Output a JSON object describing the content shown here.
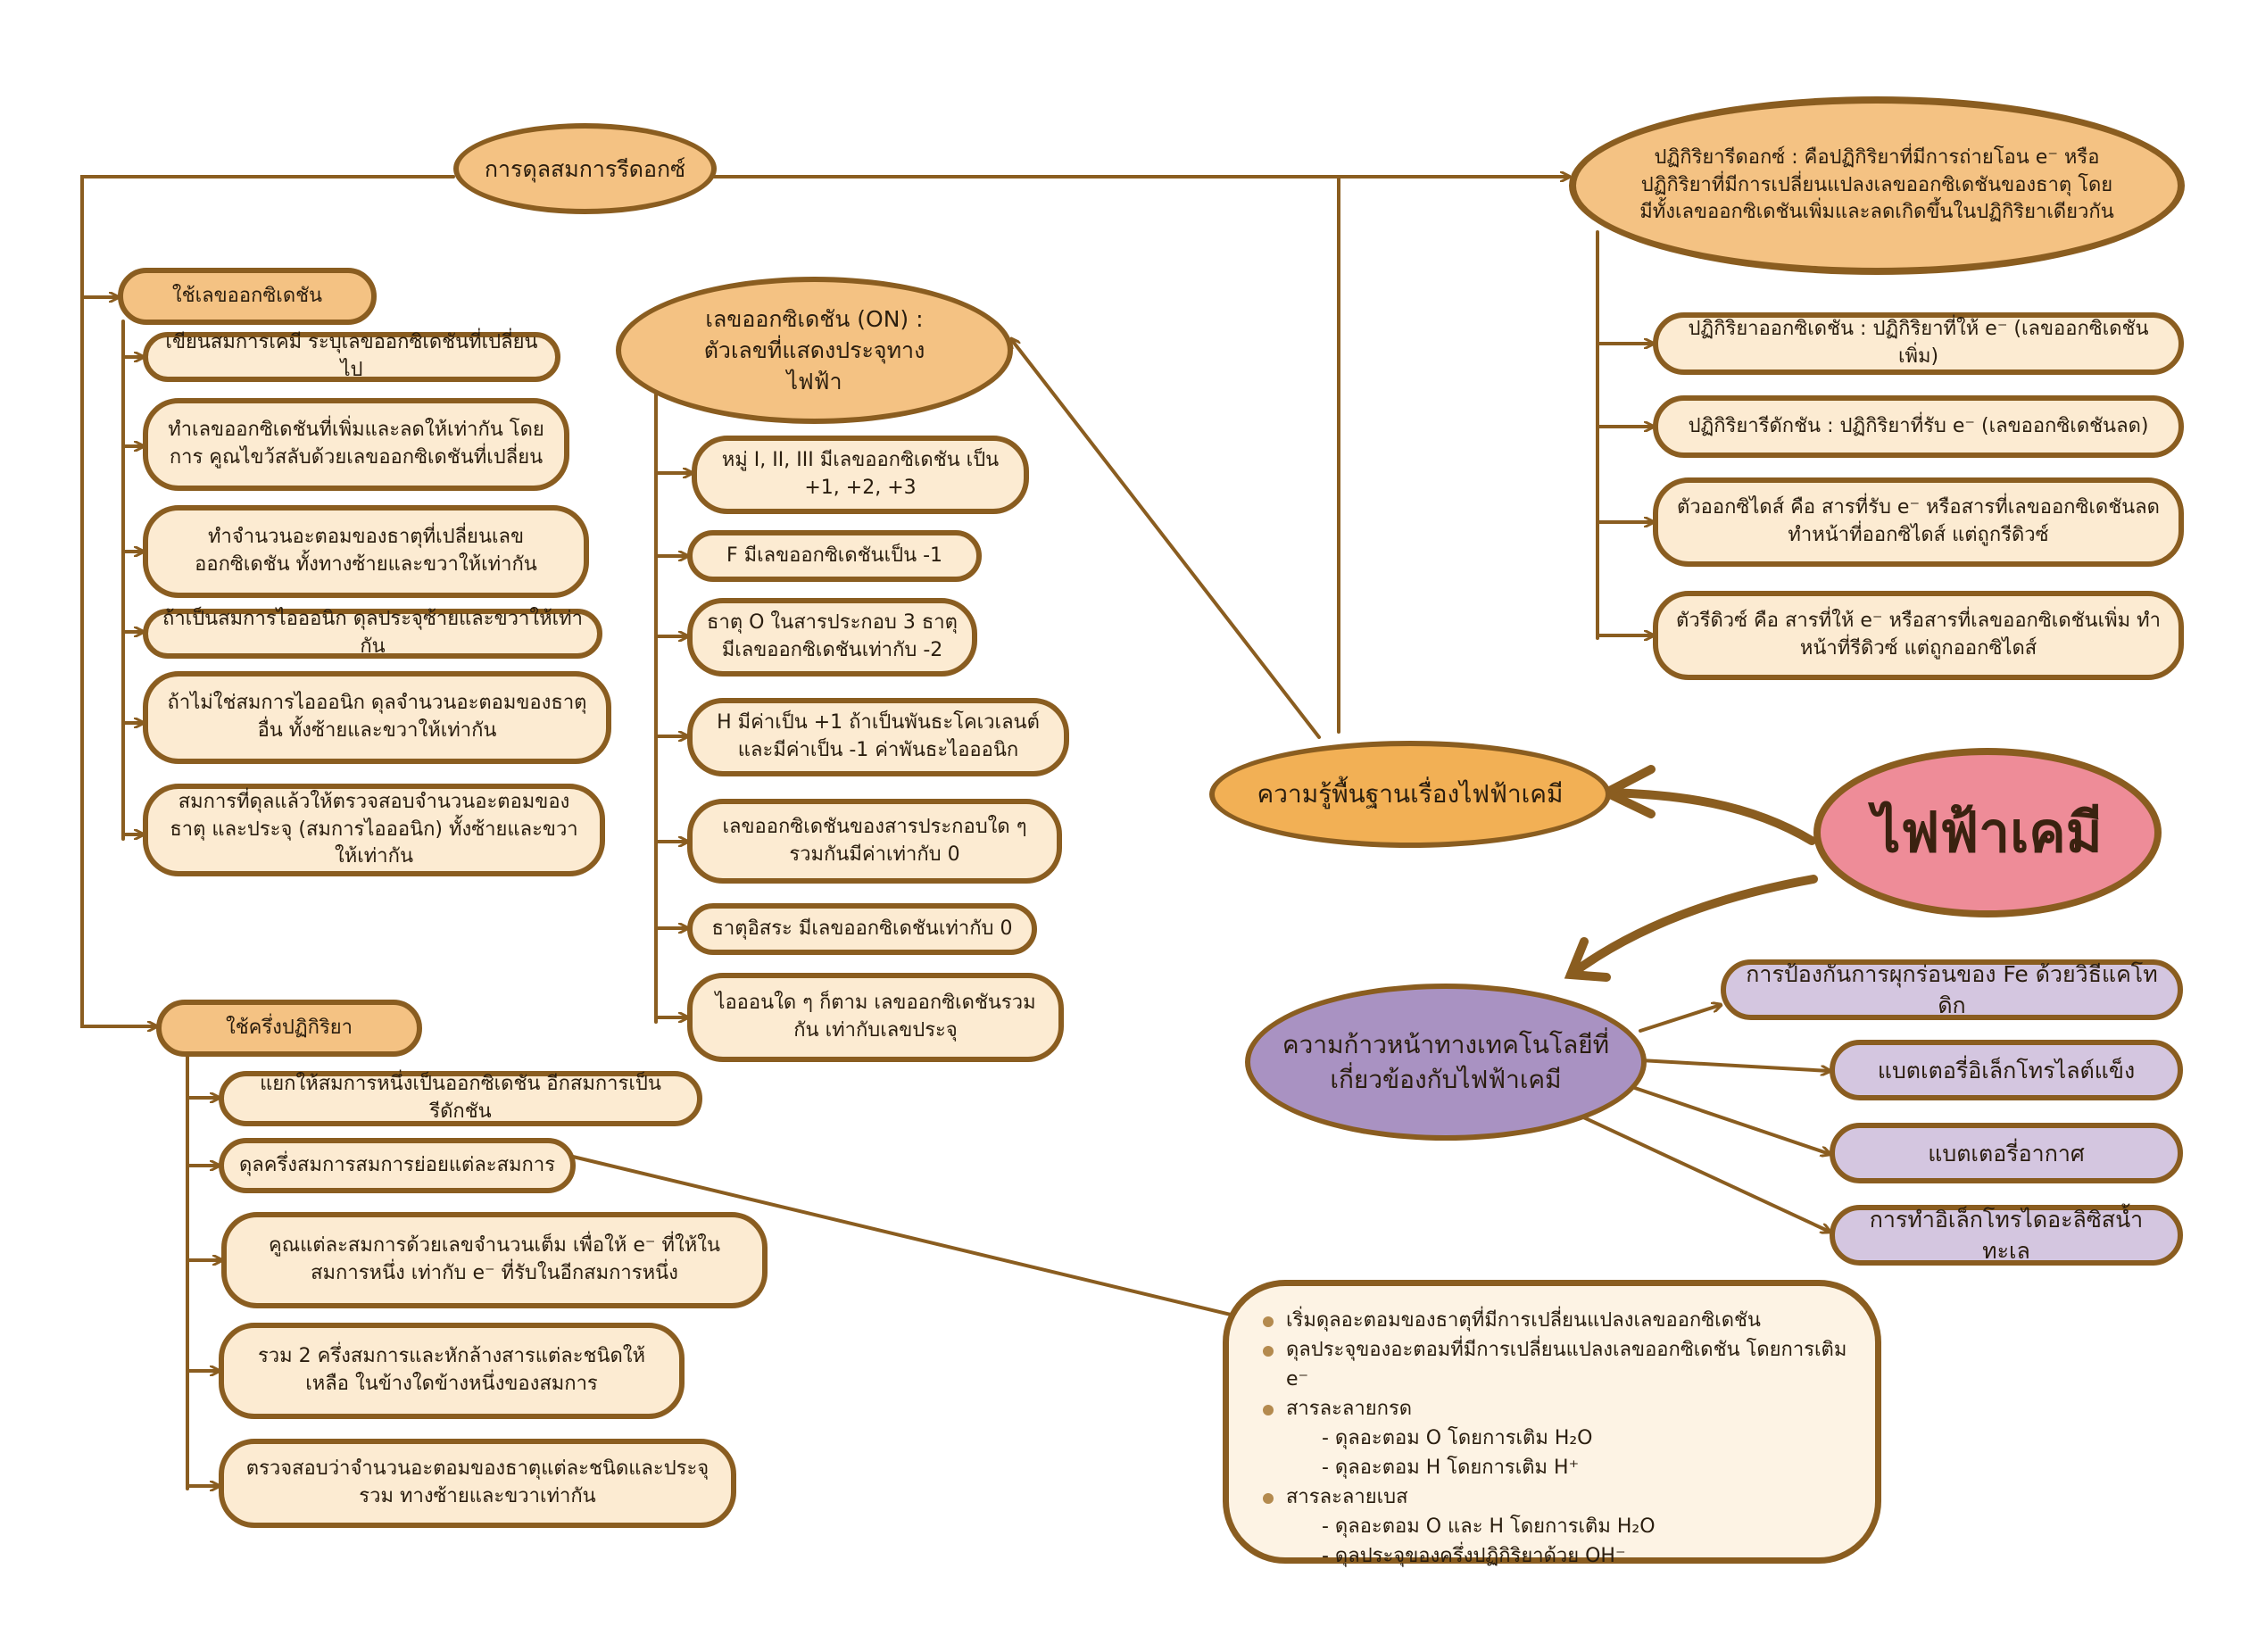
{
  "center": {
    "title": "ไฟฟ้าเคมี"
  },
  "basics": {
    "label": "ความรู้พื้นฐานเรื่องไฟฟ้าเคมี"
  },
  "technology": {
    "label": "ความก้าวหน้าทางเทคโนโลยีที่เกี่ยวข้องกับไฟฟ้าเคมี",
    "items": [
      "การป้องกันการผุกร่อนของ Fe ด้วยวิธีแคโทดิก",
      "แบตเตอรี่อิเล็กโทรไลต์แข็ง",
      "แบตเตอรี่อากาศ",
      "การทำอิเล็กโทรไดอะลิซิสน้ำทะเล"
    ]
  },
  "redox": {
    "definition": "ปฏิกิริยารีดอกซ์ : คือปฏิกิริยาที่มีการถ่ายโอน e⁻ หรือปฏิกิริยาที่มีการเปลี่ยนแปลงเลขออกซิเดชันของธาตุ โดยมีทั้งเลขออกซิเดชันเพิ่มและลดเกิดขึ้นในปฏิกิริยาเดียวกัน",
    "items": [
      "ปฏิกิริยาออกซิเดชัน : ปฏิกิริยาที่ให้ e⁻ (เลขออกซิเดชันเพิ่ม)",
      "ปฏิกิริยารีดักชัน : ปฏิกิริยาที่รับ e⁻ (เลขออกซิเดชันลด)",
      "ตัวออกซิไดส์ คือ สารที่รับ e⁻ หรือสารที่เลขออกซิเดชันลด ทำหน้าที่ออกซิไดส์ แต่ถูกรีดิวซ์",
      "ตัวรีดิวซ์ คือ สารที่ให้ e⁻ หรือสารที่เลขออกซิเดชันเพิ่ม ทำหน้าที่รีดิวซ์ แต่ถูกออกซิไดส์"
    ]
  },
  "oxidation_number": {
    "label": "เลขออกซิเดชัน (ON) : ตัวเลขที่แสดงประจุทางไฟฟ้า",
    "items": [
      "หมู่ I, II, III มีเลขออกซิเดชัน เป็น +1, +2, +3",
      "F มีเลขออกซิเดชันเป็น -1",
      "ธาตุ O ในสารประกอบ 3 ธาตุ มีเลขออกซิเดชันเท่ากับ -2",
      "H มีค่าเป็น +1 ถ้าเป็นพันธะโคเวเลนต์ และมีค่าเป็น -1 ค่าพันธะไอออนิก",
      "เลขออกซิเดชันของสารประกอบใด ๆ รวมกันมีค่าเท่ากับ 0",
      "ธาตุอิสระ มีเลขออกซิเดชันเท่ากับ 0",
      "ไอออนใด ๆ ก็ตาม เลขออกซิเดชันรวมกัน เท่ากับเลขประจุ"
    ]
  },
  "balancing": {
    "label": "การดุลสมการรีดอกซ์",
    "method_on": {
      "label": "ใช้เลขออกซิเดชัน",
      "items": [
        "เขียนสมการเคมี ระบุเลขออกซิเดชันที่เปลี่ยนไป",
        "ทำเลขออกซิเดชันที่เพิ่มและลดให้เท่ากัน โดยการ คูณไขว้สลับด้วยเลขออกซิเดชันที่เปลี่ยน",
        "ทำจำนวนอะตอมของธาตุที่เปลี่ยนเลขออกซิเดชัน ทั้งทางซ้ายและขวาให้เท่ากัน",
        "ถ้าเป็นสมการไอออนิก ดุลประจุซ้ายและขวาให้เท่ากัน",
        "ถ้าไม่ใช่สมการไอออนิก ดุลจำนวนอะตอมของธาตุอื่น ทั้งซ้ายและขวาให้เท่ากัน",
        "สมการที่ดุลแล้วให้ตรวจสอบจำนวนอะตอมของธาตุ และประจุ (สมการไอออนิก) ทั้งซ้ายและขวาให้เท่ากัน"
      ]
    },
    "method_half": {
      "label": "ใช้ครึ่งปฏิกิริยา",
      "items": [
        "แยกให้สมการหนึ่งเป็นออกซิเดชัน อีกสมการเป็นรีดักชัน",
        "ดุลครึ่งสมการสมการย่อยแต่ละสมการ",
        "คูณแต่ละสมการด้วยเลขจำนวนเต็ม เพื่อให้ e⁻ ที่ให้ในสมการหนึ่ง เท่ากับ e⁻ ที่รับในอีกสมการหนึ่ง",
        "รวม 2 ครึ่งสมการและหักล้างสารแต่ละชนิดให้เหลือ ในข้างใดข้างหนึ่งของสมการ",
        "ตรวจสอบว่าจำนวนอะตอมของธาตุแต่ละชนิดและประจุรวม ทางซ้ายและขวาเท่ากัน"
      ]
    },
    "half_detail": {
      "bullet1": "เริ่มดุลอะตอมของธาตุที่มีการเปลี่ยนแปลงเลขออกซิเดชัน",
      "bullet2": "ดุลประจุของอะตอมที่มีการเปลี่ยนแปลงเลขออกซิเดชัน โดยการเติม e⁻",
      "bullet3": "สารละลายกรด",
      "acid1": "- ดุลอะตอม O โดยการเติม H₂O",
      "acid2": "- ดุลอะตอม H โดยการเติม H⁺",
      "bullet4": "สารละลายเบส",
      "base1": "- ดุลอะตอม O และ H โดยการเติม H₂O",
      "base2": "- ดุลประจุของครึ่งปฏิกิริยาด้วย OH⁻"
    }
  },
  "colors": {
    "line": "#8a5d20",
    "node_fill": "#fbe5c6",
    "amber": "#f4c283",
    "orange": "#f2b055",
    "pink": "#ee8c98",
    "purple": "#a992c2",
    "lavender": "#d4c6e0"
  }
}
